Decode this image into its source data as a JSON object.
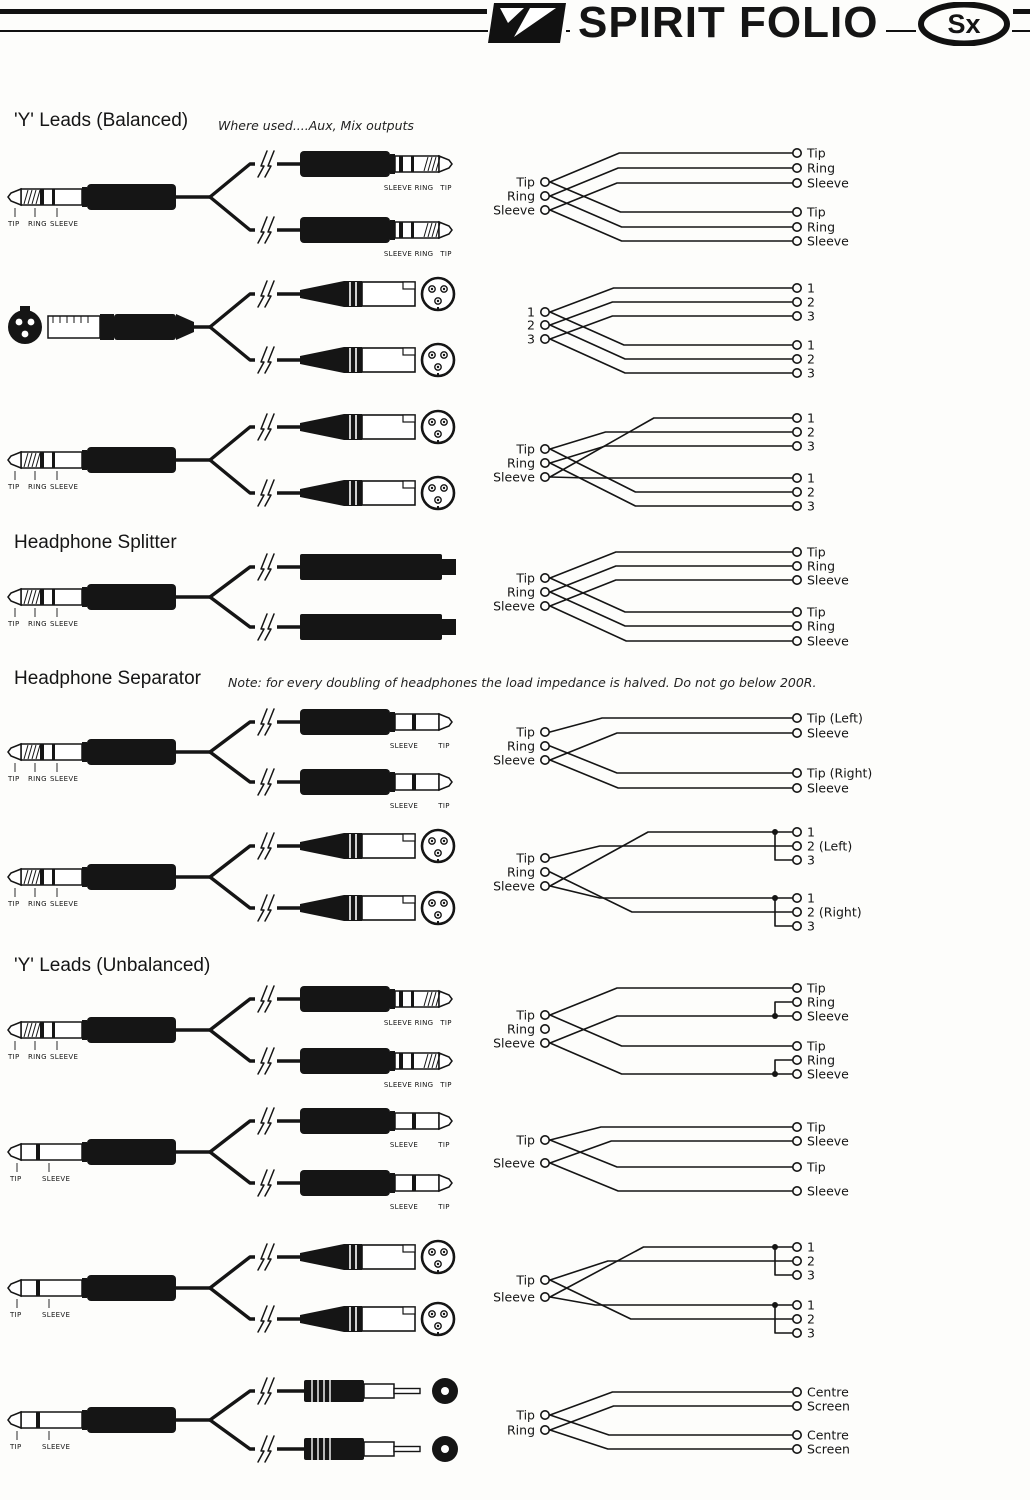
{
  "header": {
    "brand": "SPIRIT FOLIO",
    "badge": "Sx",
    "flag_icon": "spirit-flag"
  },
  "sections": [
    {
      "title": "'Y' Leads (Balanced)",
      "note": "Where used....Aux, Mix outputs",
      "rows": [
        {
          "left": {
            "type": "trs-plug",
            "labels": [
              "TIP",
              "RING",
              "SLEEVE"
            ]
          },
          "right": {
            "type": "trs-plug",
            "labels": [
              "SLEEVE",
              "RING",
              "TIP"
            ]
          },
          "schematic": {
            "left_terminals": [
              "Tip",
              "Ring",
              "Sleeve"
            ],
            "groups": [
              [
                "Tip",
                "Ring",
                "Sleeve"
              ],
              [
                "Tip",
                "Ring",
                "Sleeve"
              ]
            ],
            "connections": [
              [
                0,
                0,
                0
              ],
              [
                1,
                0,
                1
              ],
              [
                2,
                0,
                2
              ],
              [
                0,
                1,
                0
              ],
              [
                1,
                1,
                1
              ],
              [
                2,
                1,
                2
              ]
            ],
            "bridges": []
          }
        },
        {
          "left": {
            "type": "xlr-female",
            "labels": []
          },
          "right": {
            "type": "xlr-male",
            "labels": []
          },
          "schematic": {
            "left_terminals": [
              "1",
              "2",
              "3"
            ],
            "groups": [
              [
                "1",
                "2",
                "3"
              ],
              [
                "1",
                "2",
                "3"
              ]
            ],
            "connections": [
              [
                0,
                0,
                0
              ],
              [
                1,
                0,
                1
              ],
              [
                2,
                0,
                2
              ],
              [
                0,
                1,
                0
              ],
              [
                1,
                1,
                1
              ],
              [
                2,
                1,
                2
              ]
            ],
            "bridges": []
          }
        },
        {
          "left": {
            "type": "trs-plug",
            "labels": [
              "TIP",
              "RING",
              "SLEEVE"
            ]
          },
          "right": {
            "type": "xlr-male",
            "labels": []
          },
          "schematic": {
            "left_terminals": [
              "Tip",
              "Ring",
              "Sleeve"
            ],
            "groups": [
              [
                "1",
                "2",
                "3"
              ],
              [
                "1",
                "2",
                "3"
              ]
            ],
            "connections": [
              [
                0,
                0,
                1
              ],
              [
                1,
                0,
                2
              ],
              [
                2,
                0,
                0
              ],
              [
                0,
                1,
                1
              ],
              [
                1,
                1,
                2
              ],
              [
                2,
                1,
                0
              ]
            ],
            "bridges": []
          }
        }
      ]
    },
    {
      "title": "Headphone Splitter",
      "note": "",
      "rows": [
        {
          "left": {
            "type": "trs-plug",
            "labels": [
              "TIP",
              "RING",
              "SLEEVE"
            ]
          },
          "right": {
            "type": "jack-socket",
            "labels": []
          },
          "schematic": {
            "left_terminals": [
              "Tip",
              "Ring",
              "Sleeve"
            ],
            "groups": [
              [
                "Tip",
                "Ring",
                "Sleeve"
              ],
              [
                "Tip",
                "Ring",
                "Sleeve"
              ]
            ],
            "connections": [
              [
                0,
                0,
                0
              ],
              [
                1,
                0,
                1
              ],
              [
                2,
                0,
                2
              ],
              [
                0,
                1,
                0
              ],
              [
                1,
                1,
                1
              ],
              [
                2,
                1,
                2
              ]
            ],
            "bridges": []
          }
        }
      ]
    },
    {
      "title": "Headphone Separator",
      "note": "Note:  for every doubling of headphones the load impedance is halved.  Do not go below 200R.",
      "rows": [
        {
          "left": {
            "type": "trs-plug",
            "labels": [
              "TIP",
              "RING",
              "SLEEVE"
            ]
          },
          "right": {
            "type": "ts-plug",
            "labels": [
              "SLEEVE",
              "TIP"
            ]
          },
          "schematic": {
            "left_terminals": [
              "Tip",
              "Ring",
              "Sleeve"
            ],
            "groups": [
              [
                "Tip (Left)",
                "Sleeve"
              ],
              [
                "Tip (Right)",
                "Sleeve"
              ]
            ],
            "connections": [
              [
                0,
                0,
                0
              ],
              [
                2,
                0,
                1
              ],
              [
                1,
                1,
                0
              ],
              [
                2,
                1,
                1
              ]
            ],
            "bridges": []
          }
        },
        {
          "left": {
            "type": "trs-plug",
            "labels": [
              "TIP",
              "RING",
              "SLEEVE"
            ]
          },
          "right": {
            "type": "xlr-male",
            "labels": []
          },
          "schematic": {
            "left_terminals": [
              "Tip",
              "Ring",
              "Sleeve"
            ],
            "groups": [
              [
                "1",
                "2 (Left)",
                "3"
              ],
              [
                "1",
                "2 (Right)",
                "3"
              ]
            ],
            "connections": [
              [
                0,
                0,
                1
              ],
              [
                2,
                0,
                0
              ],
              [
                1,
                1,
                1
              ],
              [
                2,
                1,
                0
              ]
            ],
            "bridges": [
              {
                "group": 0,
                "from": 2,
                "to": 0
              },
              {
                "group": 1,
                "from": 2,
                "to": 0
              }
            ]
          }
        }
      ]
    },
    {
      "title": "'Y' Leads (Unbalanced)",
      "note": "",
      "rows": [
        {
          "left": {
            "type": "trs-plug",
            "labels": [
              "TIP",
              "RING",
              "SLEEVE"
            ]
          },
          "right": {
            "type": "trs-plug",
            "labels": [
              "SLEEVE",
              "RING",
              "TIP"
            ]
          },
          "schematic": {
            "left_terminals": [
              "Tip",
              "Ring",
              "Sleeve"
            ],
            "groups": [
              [
                "Tip",
                "Ring",
                "Sleeve"
              ],
              [
                "Tip",
                "Ring",
                "Sleeve"
              ]
            ],
            "connections": [
              [
                0,
                0,
                0
              ],
              [
                2,
                0,
                2
              ],
              [
                0,
                1,
                0
              ],
              [
                2,
                1,
                2
              ]
            ],
            "bridges": [
              {
                "group": 0,
                "from": 1,
                "to": 2
              },
              {
                "group": 1,
                "from": 1,
                "to": 2
              }
            ]
          }
        },
        {
          "left": {
            "type": "ts-plug",
            "labels": [
              "TIP",
              "SLEEVE"
            ]
          },
          "right": {
            "type": "ts-plug",
            "labels": [
              "SLEEVE",
              "TIP"
            ]
          },
          "schematic": {
            "left_terminals": [
              "Tip",
              "Sleeve"
            ],
            "groups": [
              [
                "Tip",
                "Sleeve"
              ],
              [
                "Tip",
                "Sleeve"
              ]
            ],
            "connections": [
              [
                0,
                0,
                0
              ],
              [
                1,
                0,
                1
              ],
              [
                0,
                1,
                0
              ],
              [
                1,
                1,
                1
              ]
            ],
            "bridges": []
          }
        },
        {
          "left": {
            "type": "ts-plug",
            "labels": [
              "TIP",
              "SLEEVE"
            ]
          },
          "right": {
            "type": "xlr-male",
            "labels": []
          },
          "schematic": {
            "left_terminals": [
              "Tip",
              "Sleeve"
            ],
            "groups": [
              [
                "1",
                "2",
                "3"
              ],
              [
                "1",
                "2",
                "3"
              ]
            ],
            "connections": [
              [
                0,
                0,
                1
              ],
              [
                1,
                0,
                0
              ],
              [
                0,
                1,
                1
              ],
              [
                1,
                1,
                0
              ]
            ],
            "bridges": [
              {
                "group": 0,
                "from": 2,
                "to": 0
              },
              {
                "group": 1,
                "from": 2,
                "to": 0
              }
            ]
          }
        },
        {
          "left": {
            "type": "ts-plug",
            "labels": [
              "TIP",
              "SLEEVE"
            ]
          },
          "right": {
            "type": "rca",
            "labels": []
          },
          "schematic": {
            "left_terminals": [
              "Tip",
              "Ring"
            ],
            "groups": [
              [
                "Centre",
                "Screen"
              ],
              [
                "Centre",
                "Screen"
              ]
            ],
            "connections": [
              [
                0,
                0,
                0
              ],
              [
                1,
                0,
                1
              ],
              [
                0,
                1,
                0
              ],
              [
                1,
                1,
                1
              ]
            ],
            "bridges": []
          }
        }
      ]
    }
  ]
}
